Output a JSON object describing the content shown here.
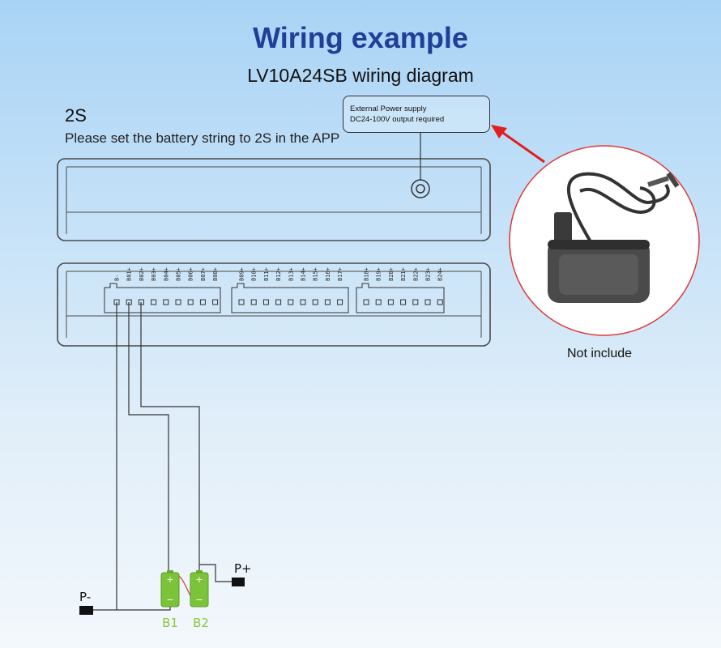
{
  "header": {
    "title": "Wiring example",
    "subtitle": "LV10A24SB wiring diagram"
  },
  "config": {
    "strings": "2S",
    "instruction": "Please set the battery string to 2S in the APP"
  },
  "power_supply": {
    "line1": "External Power supply",
    "line2": "DC24-100V output required",
    "note": "Not include"
  },
  "connectors": {
    "group1": [
      "B-",
      "B01+",
      "B02+",
      "B03+",
      "B04+",
      "B05+",
      "B06+",
      "B07+",
      "B08+"
    ],
    "group2": [
      "B09+",
      "B10+",
      "B11+",
      "B12+",
      "B13+",
      "B14+",
      "B15+",
      "B16+",
      "B17+"
    ],
    "group3": [
      "B18+",
      "B19+",
      "B20+",
      "B21+",
      "B22+",
      "B23+",
      "B24+"
    ]
  },
  "batteries": {
    "b1": "B1",
    "b2": "B2",
    "plus": "+",
    "minus": "−",
    "color": "#7bc43a"
  },
  "terminals": {
    "p_plus": "P+",
    "p_minus": "P-"
  }
}
